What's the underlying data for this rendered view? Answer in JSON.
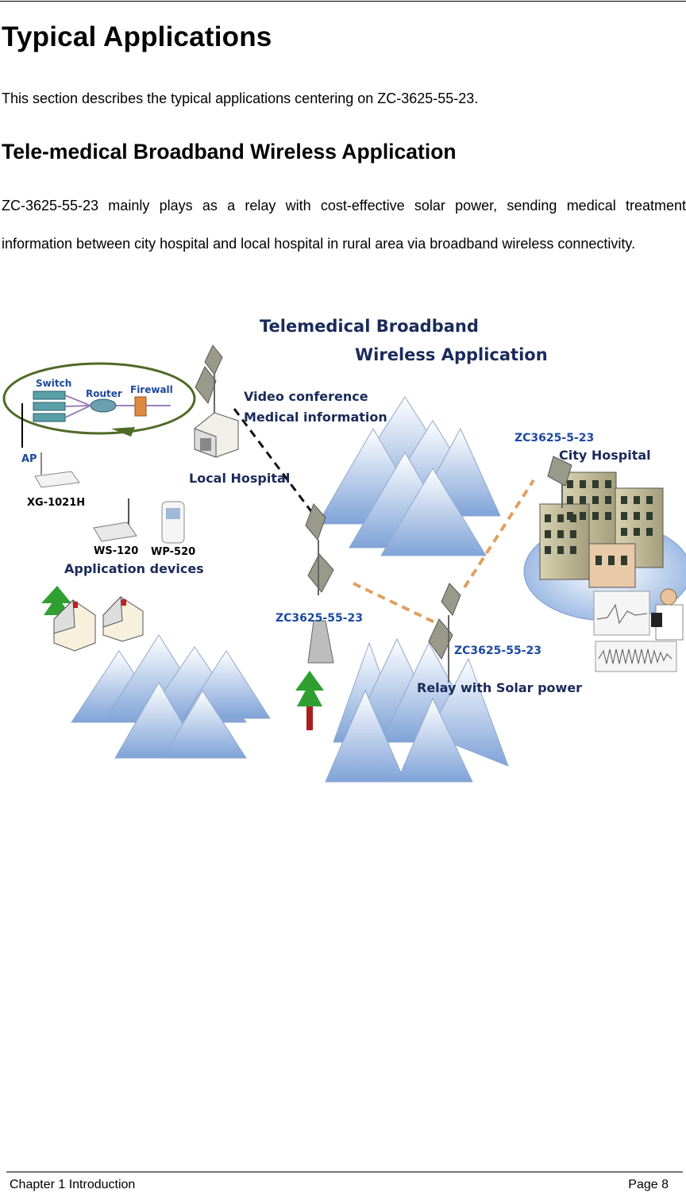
{
  "heading": "Typical Applications",
  "intro": "This section describes the typical applications centering on ZC-3625-55-23.",
  "subheading": "Tele-medical Broadband Wireless Application",
  "paragraph": "ZC-3625-55-23 mainly plays as a relay with cost-effective solar power, sending medical treatment information between city hospital and local hospital in rural area via broadband wireless connectivity.",
  "figure": {
    "title_line1": "Telemedical Broadband",
    "title_line2": "Wireless Application",
    "switch": "Switch",
    "router": "Router",
    "firewall": "Firewall",
    "ap": "AP",
    "xg": "XG-1021H",
    "ws": "WS-120",
    "wp": "WP-520",
    "app_devices": "Application devices",
    "local_hospital": "Local Hospital",
    "video": "Video conference",
    "medical": "Medical information",
    "zc_city": "ZC3625-5-23",
    "city_hospital": "City Hospital",
    "zc_mid": "ZC3625-55-23",
    "zc_relay": "ZC3625-55-23",
    "relay": "Relay with Solar power"
  },
  "footer": {
    "left": "Chapter 1 Introduction",
    "right": "Page 8"
  }
}
